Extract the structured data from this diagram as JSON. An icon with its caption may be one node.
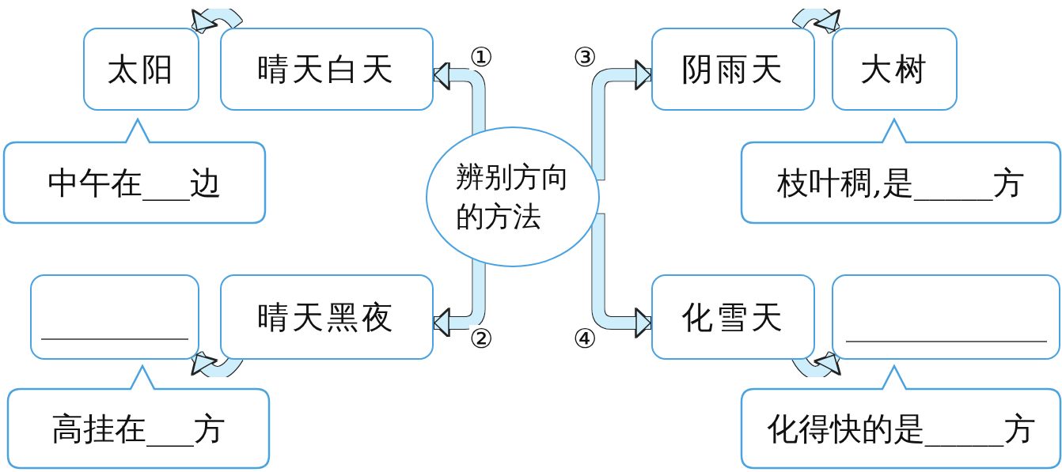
{
  "diagram": {
    "nodes": [
      {
        "text": [
          "辨别方向的方法"
        ]
      },
      {
        "text": [
          "晴天白天"
        ]
      },
      {
        "text": [
          "太阳"
        ]
      },
      {
        "text": [
          "中午在___边"
        ]
      },
      {
        "text": [
          "阴雨天"
        ]
      },
      {
        "text": [
          "大树"
        ]
      },
      {
        "text": [
          "枝叶稠,是_____方"
        ]
      },
      {
        "text": [
          "晴天黑夜"
        ]
      },
      {
        "text": [],
        "shape": "box"
      },
      {
        "text": [
          "高挂在___方"
        ]
      },
      {
        "text": [
          "化雪天"
        ]
      },
      {
        "text": [],
        "shape": "box"
      },
      {
        "text": [
          "化得快的是_____方"
        ]
      }
    ],
    "edges": [
      {
        "from": 0,
        "to": 1,
        "arrow": "to",
        "label": "①"
      },
      {
        "from": 0,
        "to": 7,
        "arrow": "to",
        "label": "②"
      },
      {
        "from": 0,
        "to": 4,
        "arrow": "to",
        "label": "③"
      },
      {
        "from": 0,
        "to": 10,
        "arrow": "to",
        "label": "④"
      },
      {
        "from": 1,
        "to": 2,
        "arrow": "to"
      },
      {
        "from": 4,
        "to": 5,
        "arrow": "to"
      },
      {
        "from": 7,
        "to": 8,
        "arrow": "to"
      },
      {
        "from": 10,
        "to": 11,
        "arrow": "to"
      }
    ]
  }
}
